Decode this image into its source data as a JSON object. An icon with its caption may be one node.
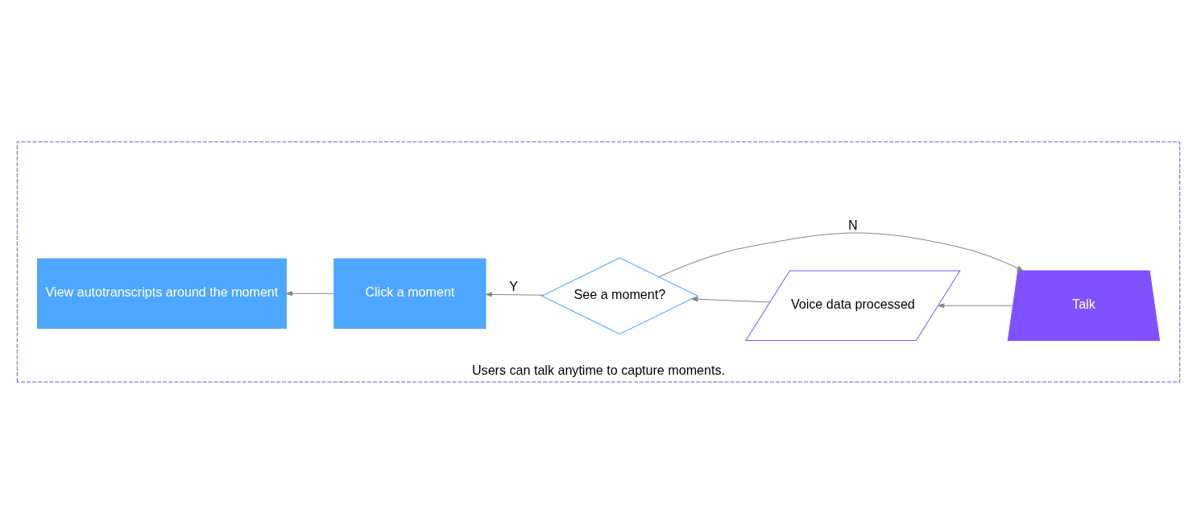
{
  "diagram": {
    "nodes": [
      {
        "text": [
          "Users can talk anytime to capture moments."
        ]
      },
      {
        "text": [
          "Talk"
        ],
        "in": 0
      },
      {
        "text": [
          "Voice data processed"
        ],
        "in": 0
      },
      {
        "text": [
          "See a moment?"
        ],
        "in": 0
      },
      {
        "text": [
          "Click a moment"
        ],
        "in": 0
      },
      {
        "text": [
          "View autotranscripts around the moment"
        ],
        "in": 0
      }
    ],
    "edges": [
      {
        "from": 1,
        "to": 2,
        "arrow": "to"
      },
      {
        "from": 2,
        "to": 3,
        "arrow": "to"
      },
      {
        "from": 3,
        "to": 1,
        "arrow": "to",
        "label": "N"
      },
      {
        "from": 3,
        "to": 4,
        "arrow": "to",
        "label": "Y"
      },
      {
        "from": 4,
        "to": 5,
        "arrow": "to"
      }
    ]
  }
}
